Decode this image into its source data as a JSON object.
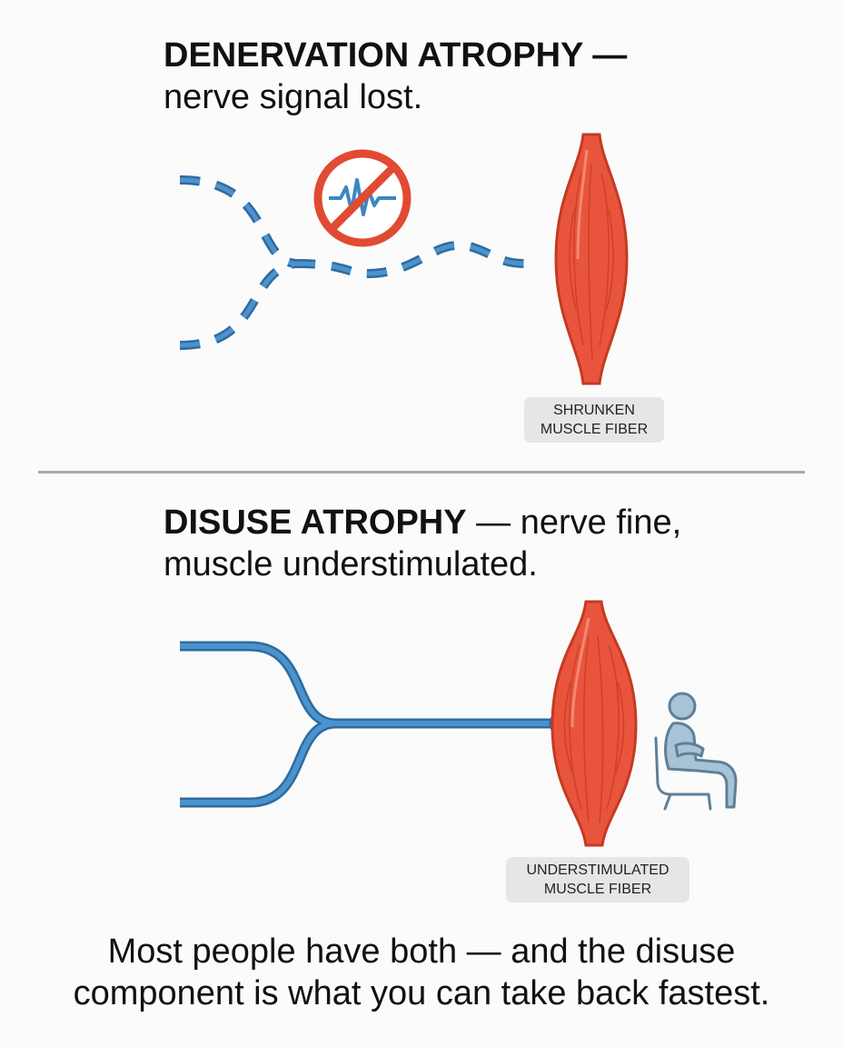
{
  "top_panel": {
    "heading_bold": "DENERVATION ATROPHY —",
    "heading_rest": "nerve signal lost.",
    "label_line1": "SHRUNKEN",
    "label_line2": "MUSCLE FIBER",
    "icons": [
      "broken-nerve-icon",
      "no-signal-icon",
      "muscle-fiber-icon"
    ]
  },
  "bottom_panel": {
    "heading_bold": "DISUSE ATROPHY",
    "heading_rest": " — nerve fine, muscle understimulated.",
    "label_line1": "UNDERSTIMULATED",
    "label_line2": "MUSCLE FIBER",
    "icons": [
      "intact-nerve-icon",
      "muscle-fiber-icon",
      "seated-person-icon"
    ]
  },
  "caption": "Most people have both — and the disuse component is what you can take back fastest.",
  "colors": {
    "nerve": "#3f86c2",
    "nerve_outline": "#2e6b9e",
    "muscle": "#e9553c",
    "muscle_outline": "#c43a22",
    "no_signal": "#e14a33",
    "person": "#a9c3d6",
    "divider": "#a9a9a9"
  }
}
